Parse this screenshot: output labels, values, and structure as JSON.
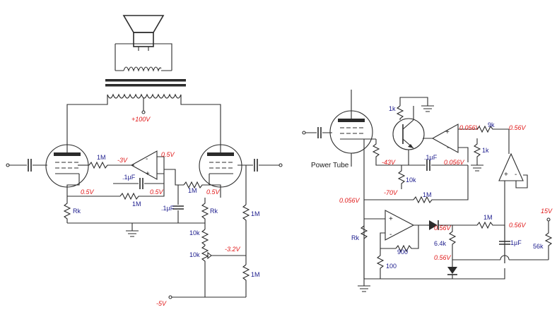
{
  "left_circuit": {
    "transformer_tap_voltage": "+100V",
    "grid_resistor_label": "1M",
    "grid_voltage": "-3V",
    "opamp_out_voltage": "0.5V",
    "feedback_cap_label": ".1µF",
    "cathode_voltage_left": "0.5V",
    "feedback_resistor_label": "1M",
    "feedback_voltage": "0.5V",
    "rk_left_label": "Rk",
    "right_grid_resistor_label": "1M",
    "cathode_voltage_right": "0.5V",
    "bypass_cap_label": ".1µF",
    "rk_right_label": "Rk",
    "r10k_a_label": "10k",
    "r10k_b_label": "10k",
    "bias_voltage": "-3.2V",
    "divider_r1_label": "1M",
    "divider_r2_label": "1M",
    "supply_voltage": "-5V"
  },
  "right_circuit": {
    "power_tube_label": "Power Tube",
    "r1k_top_label": "1k",
    "out_voltage_1": "0.056V",
    "r9k_label": "9k",
    "out_voltage_2": "0.56V",
    "r1k_side_label": "1k",
    "grid_voltage": "-43V",
    "cap_label": ".1µF",
    "cap_voltage": "0.056V",
    "r10k_label": "10k",
    "base_voltage": "-70V",
    "r1m_feedback_label": "1M",
    "cathode_voltage": "0.056V",
    "rk_label": "Rk",
    "r900_label": "900",
    "r100_label": "100",
    "diode_voltage_1": "0.56V",
    "r64k_label": "6.4k",
    "diode_voltage_2": "0.56V",
    "r1m_label": "1M",
    "node_voltage": "0.56V",
    "cap_1uf_label": "1µF",
    "supply_voltage": "15V",
    "r56k_label": "56k"
  }
}
